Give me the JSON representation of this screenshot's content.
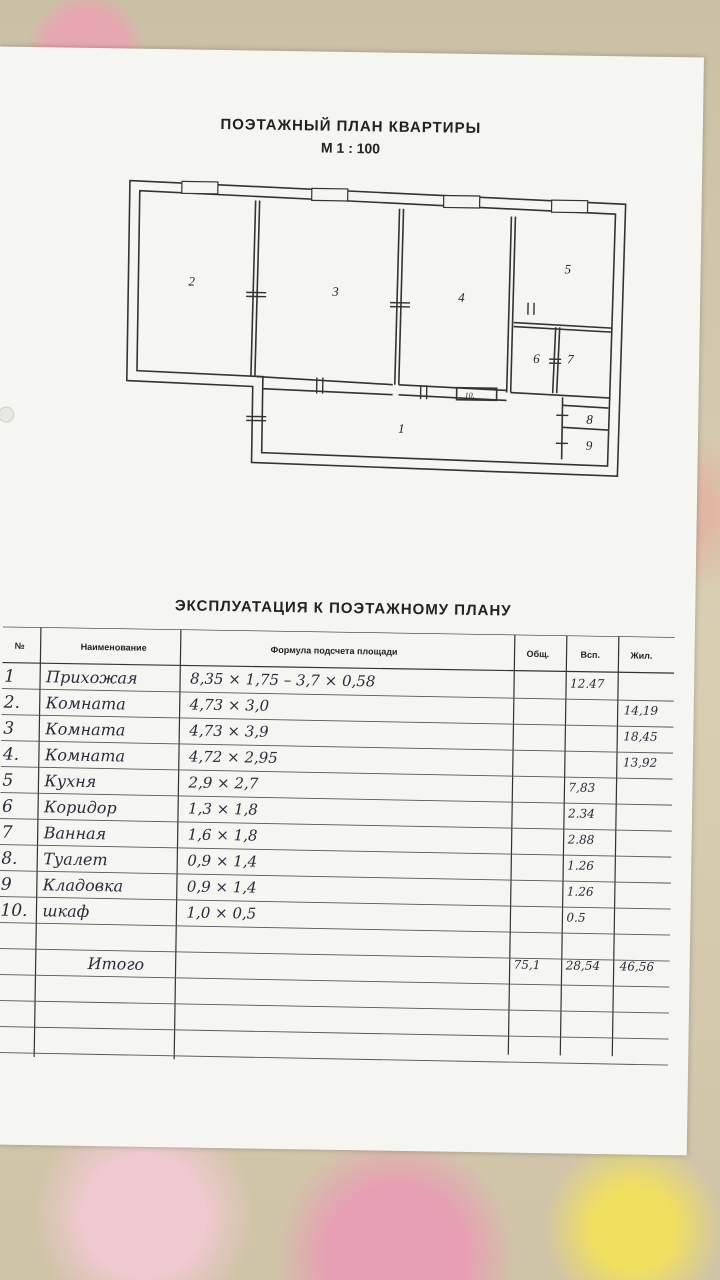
{
  "document": {
    "title": "ПОЭТАЖНЫЙ ПЛАН КВАРТИРЫ",
    "scale": "М 1 : 100",
    "table_title": "ЭКСПЛУАТАЦИЯ К ПОЭТАЖНОМУ ПЛАНУ"
  },
  "plan": {
    "room_labels": [
      "1",
      "2",
      "3",
      "4",
      "5",
      "6",
      "7",
      "8",
      "9",
      "10."
    ]
  },
  "table": {
    "headers": {
      "no": "№",
      "name": "Наименование",
      "formula": "Формула подсчета площади",
      "total": "Общ.",
      "aux": "Всп.",
      "living": "Жил."
    },
    "rows": [
      {
        "no": "1",
        "name": "Прихожая",
        "formula": "8,35 × 1,75 – 3,7 × 0,58",
        "total": "",
        "aux": "12.47",
        "living": ""
      },
      {
        "no": "2.",
        "name": "Комната",
        "formula": "4,73 × 3,0",
        "total": "",
        "aux": "",
        "living": "14,19"
      },
      {
        "no": "3",
        "name": "Комната",
        "formula": "4,73 × 3,9",
        "total": "",
        "aux": "",
        "living": "18,45"
      },
      {
        "no": "4.",
        "name": "Комната",
        "formula": "4,72 × 2,95",
        "total": "",
        "aux": "",
        "living": "13,92"
      },
      {
        "no": "5",
        "name": "Кухня",
        "formula": "2,9 × 2,7",
        "total": "",
        "aux": "7,83",
        "living": ""
      },
      {
        "no": "6",
        "name": "Коридор",
        "formula": "1,3 × 1,8",
        "total": "",
        "aux": "2.34",
        "living": ""
      },
      {
        "no": "7",
        "name": "Ванная",
        "formula": "1,6 × 1,8",
        "total": "",
        "aux": "2.88",
        "living": ""
      },
      {
        "no": "8.",
        "name": "Туалет",
        "formula": "0,9 × 1,4",
        "total": "",
        "aux": "1.26",
        "living": ""
      },
      {
        "no": "9",
        "name": "Кладовка",
        "formula": "0,9 × 1,4",
        "total": "",
        "aux": "1.26",
        "living": ""
      },
      {
        "no": "10.",
        "name": "шкаф",
        "formula": "1,0 × 0,5",
        "total": "",
        "aux": "0.5",
        "living": ""
      }
    ],
    "total": {
      "label": "Итого",
      "total": "75,1",
      "aux": "28,54",
      "living": "46,56"
    }
  }
}
